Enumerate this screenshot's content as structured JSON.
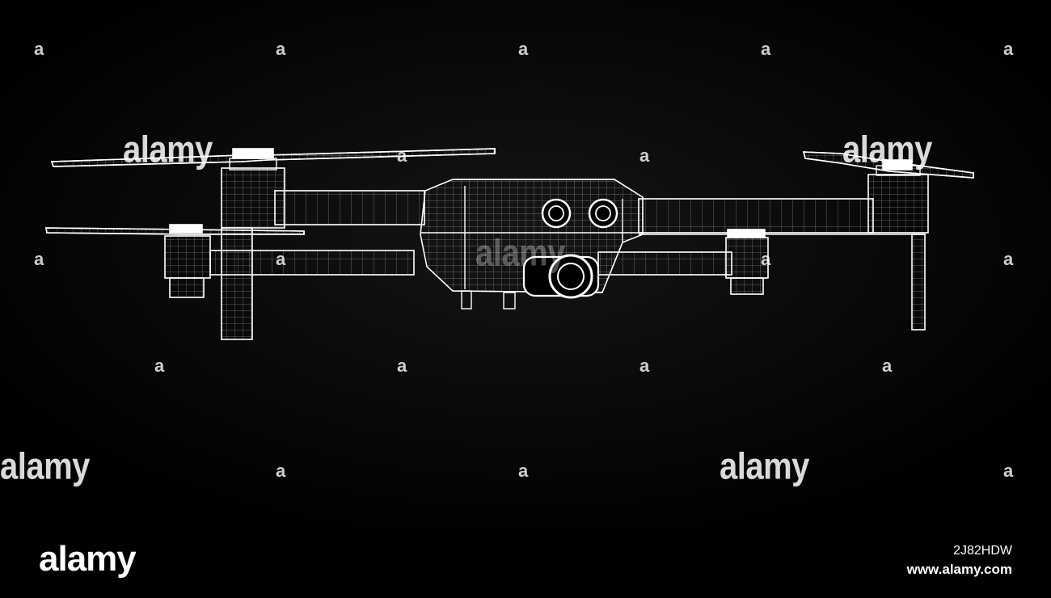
{
  "watermark": {
    "brand": "alamy",
    "mark": "a"
  },
  "footer": {
    "logo": "alamy",
    "image_id": "2J82HDW",
    "url": "www.alamy.com"
  },
  "colors": {
    "background": "#000000",
    "wireframe": "#ffffff"
  }
}
